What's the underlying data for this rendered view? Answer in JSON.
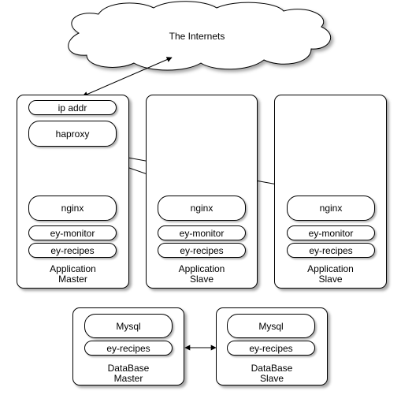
{
  "cloud": {
    "label": "The Internets"
  },
  "app_master": {
    "ip_label": "ip addr",
    "haproxy_label": "haproxy",
    "nginx_label": "nginx",
    "monitor_label": "ey-monitor",
    "recipes_label": "ey-recipes",
    "caption_line1": "Application",
    "caption_line2": "Master"
  },
  "app_slave_1": {
    "nginx_label": "nginx",
    "monitor_label": "ey-monitor",
    "recipes_label": "ey-recipes",
    "caption_line1": "Application",
    "caption_line2": "Slave"
  },
  "app_slave_2": {
    "nginx_label": "nginx",
    "monitor_label": "ey-monitor",
    "recipes_label": "ey-recipes",
    "caption_line1": "Application",
    "caption_line2": "Slave"
  },
  "db_master": {
    "mysql_label": "Mysql",
    "recipes_label": "ey-recipes",
    "caption_line1": "DataBase",
    "caption_line2": "Master"
  },
  "db_slave": {
    "mysql_label": "Mysql",
    "recipes_label": "ey-recipes",
    "caption_line1": "DataBase",
    "caption_line2": "Slave"
  }
}
